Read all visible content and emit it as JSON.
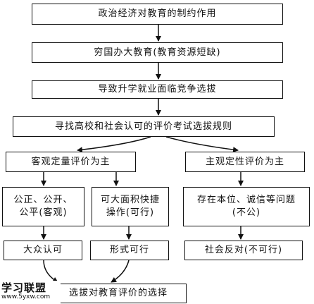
{
  "nodes": {
    "n1": "政治经济对教育的制约作用",
    "n2": "穷国办大教育(教育资源短缺)",
    "n3": "导致升学就业面临竞争选拔",
    "n4": "寻找高校和社会认可的评价考试选拔规则",
    "n5": "客观定量评价为主",
    "n6": "主观定性评价为主",
    "n7_l1": "公正、公开、",
    "n7_l2": "公平(客观)",
    "n8_l1": "可大面积快捷",
    "n8_l2": "操作(可行)",
    "n9_l1": "存在本位、诚信等问题",
    "n9_l2": "(不公)",
    "n10": "大众认可",
    "n11": "形式可行",
    "n12": "社会反对(不可行)",
    "n13": "选拔对教育评价的选择"
  },
  "watermark": {
    "logo": "学习联盟",
    "url": "www.5yxw.com"
  }
}
